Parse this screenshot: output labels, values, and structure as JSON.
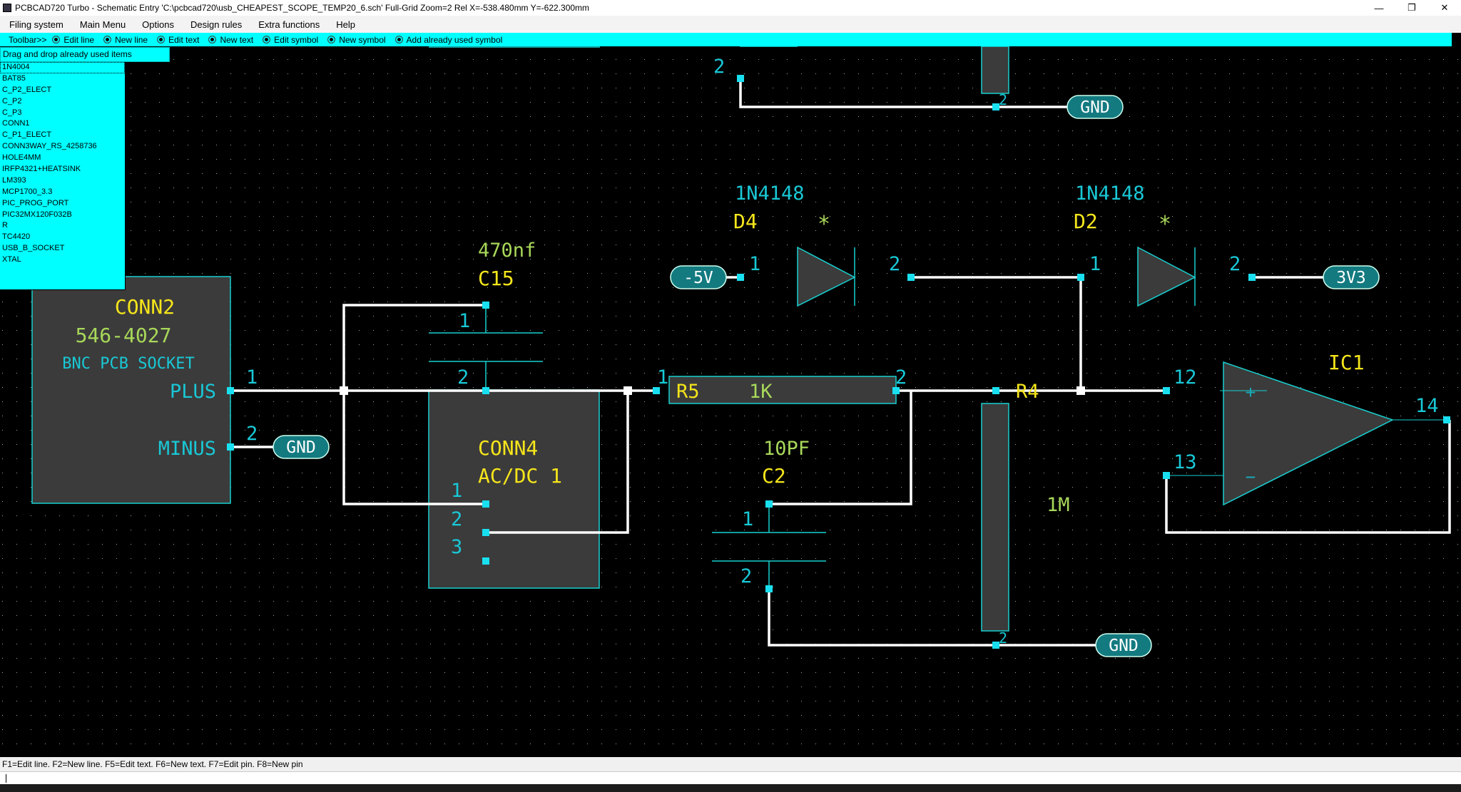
{
  "window": {
    "title": "PCBCAD720 Turbo - Schematic Entry 'C:\\pcbcad720\\usb_CHEAPEST_SCOPE_TEMP20_6.sch' Full-Grid Zoom=2 Rel X=-538.480mm Y=-622.300mm",
    "minimize_glyph": "—",
    "maximize_glyph": "❐",
    "close_glyph": "✕"
  },
  "menu": [
    "Filing system",
    "Main Menu",
    "Options",
    "Design rules",
    "Extra functions",
    "Help"
  ],
  "toolbar": {
    "label": "Toolbar>>",
    "items": [
      "Edit line",
      "New line",
      "Edit text",
      "New text",
      "Edit symbol",
      "New symbol",
      "Add already used symbol"
    ]
  },
  "used_items": {
    "header": "Drag and drop already used items",
    "selected": "1N4004",
    "items": [
      "1N4004",
      "BAT85",
      "C_P2_ELECT",
      "C_P2",
      "C_P3",
      "CONN1",
      "C_P1_ELECT",
      "CONN3WAY_RS_4258736",
      "HOLE4MM",
      "IRFP4321+HEATSINK",
      "LM393",
      "MCP1700_3.3",
      "PIC_PROG_PORT",
      "PIC32MX120F032B",
      "R",
      "TC4420",
      "USB_B_SOCKET",
      "XTAL"
    ]
  },
  "schematic": {
    "conn2": {
      "ref": "CONN2",
      "part": "546-4027",
      "desc": "BNC PCB SOCKET",
      "pin_plus": "PLUS",
      "pin_minus": "MINUS",
      "pin1": "1",
      "pin2": "2"
    },
    "c15": {
      "value": "470nf",
      "ref": "C15",
      "pin1": "1",
      "pin2": "2"
    },
    "conn4": {
      "ref": "CONN4",
      "desc": "AC/DC 1",
      "pin1": "1",
      "pin2": "2",
      "pin3": "3"
    },
    "r5": {
      "ref": "R5",
      "value": "1K",
      "pin1": "1",
      "pin2": "2"
    },
    "c2": {
      "value": "10PF",
      "ref": "C2",
      "pin1": "1",
      "pin2": "2"
    },
    "r4": {
      "ref": "R4",
      "value": "1M",
      "pin2": "2"
    },
    "d4": {
      "part": "1N4148",
      "ref": "D4",
      "mark": "*",
      "pin1": "1",
      "pin2": "2"
    },
    "d2": {
      "part": "1N4148",
      "ref": "D2",
      "mark": "*",
      "pin1": "1",
      "pin2": "2"
    },
    "ic1": {
      "ref": "IC1",
      "plus": "+",
      "minus": "−",
      "pin12": "12",
      "pin13": "13",
      "pin14": "14"
    },
    "top_part": {
      "pin2": "2"
    },
    "labels": {
      "gnd": "GND",
      "neg5v": "-5V",
      "v3v3": "3V3"
    }
  },
  "status": {
    "hint": "F1=Edit line. F2=New line. F5=Edit text. F6=New text. F7=Edit pin. F8=New pin"
  }
}
